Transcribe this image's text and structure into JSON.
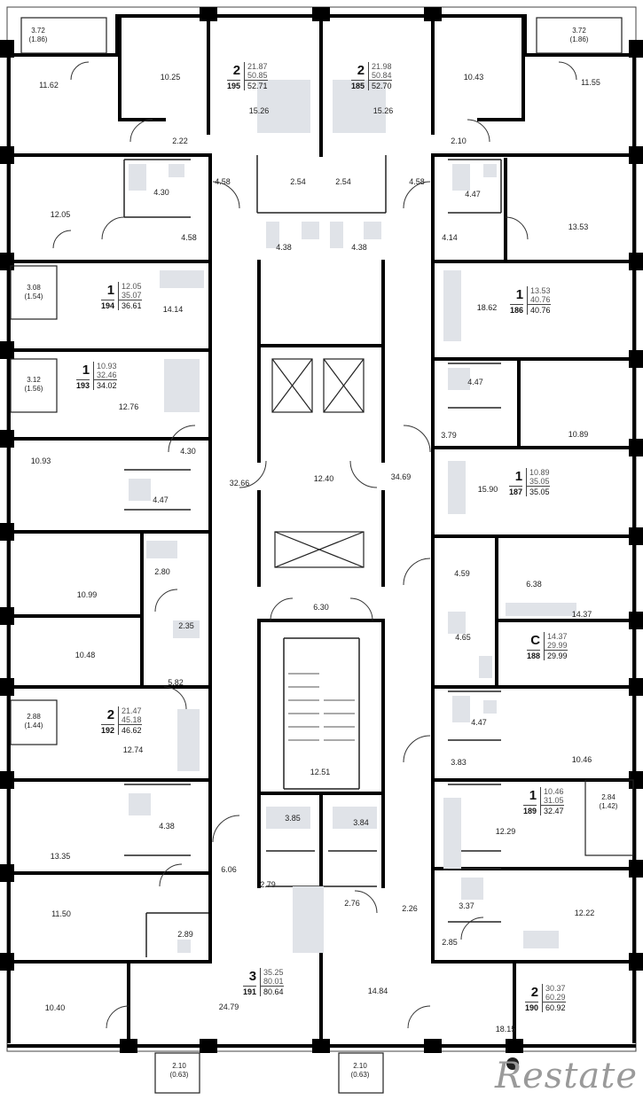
{
  "apartments": [
    {
      "rooms": "2",
      "number": "195",
      "living": "21.87",
      "area": "50.85",
      "total": "52.71"
    },
    {
      "rooms": "2",
      "number": "185",
      "living": "21.98",
      "area": "50.84",
      "total": "52.70"
    },
    {
      "rooms": "1",
      "number": "194",
      "living": "12.05",
      "area": "35.07",
      "total": "36.61"
    },
    {
      "rooms": "1",
      "number": "186",
      "living": "13.53",
      "area": "40.76",
      "total": "40.76"
    },
    {
      "rooms": "1",
      "number": "193",
      "living": "10.93",
      "area": "32.46",
      "total": "34.02"
    },
    {
      "rooms": "1",
      "number": "187",
      "living": "10.89",
      "area": "35.05",
      "total": "35.05"
    },
    {
      "rooms": "С",
      "number": "188",
      "living": "14.37",
      "area": "29.99",
      "total": "29.99"
    },
    {
      "rooms": "2",
      "number": "192",
      "living": "21.47",
      "area": "45.18",
      "total": "46.62"
    },
    {
      "rooms": "1",
      "number": "189",
      "living": "10.46",
      "area": "31.05",
      "total": "32.47"
    },
    {
      "rooms": "3",
      "number": "191",
      "living": "35.25",
      "area": "80.01",
      "total": "80.64"
    },
    {
      "rooms": "2",
      "number": "190",
      "living": "30.37",
      "area": "60.29",
      "total": "60.92"
    }
  ],
  "balconies": [
    {
      "area": "3.72",
      "reduced": "(1.86)"
    },
    {
      "area": "3.72",
      "reduced": "(1.86)"
    },
    {
      "area": "3.08",
      "reduced": "(1.54)"
    },
    {
      "area": "3.12",
      "reduced": "(1.56)"
    },
    {
      "area": "2.88",
      "reduced": "(1.44)"
    },
    {
      "area": "2.84",
      "reduced": "(1.42)"
    },
    {
      "area": "2.10",
      "reduced": "(0.63)"
    },
    {
      "area": "2.10",
      "reduced": "(0.63)"
    }
  ],
  "rooms": [
    "11.62",
    "10.25",
    "15.26",
    "15.26",
    "10.43",
    "11.55",
    "2.22",
    "2.10",
    "4.30",
    "4.58",
    "2.54",
    "2.54",
    "4.58",
    "4.47",
    "12.05",
    "4.58",
    "4.38",
    "4.38",
    "4.14",
    "13.53",
    "14.14",
    "18.62",
    "12.76",
    "4.47",
    "10.89",
    "3.79",
    "4.30",
    "10.93",
    "32.66",
    "12.40",
    "34.69",
    "15.90",
    "4.47",
    "2.80",
    "10.99",
    "4.59",
    "6.38",
    "6.30",
    "14.37",
    "2.35",
    "10.48",
    "4.65",
    "5.82",
    "4.47",
    "12.74",
    "12.51",
    "3.83",
    "10.46",
    "4.38",
    "3.85",
    "3.84",
    "12.29",
    "13.35",
    "6.06",
    "2.79",
    "2.76",
    "2.26",
    "3.37",
    "12.22",
    "11.50",
    "2.89",
    "2.85",
    "10.40",
    "24.79",
    "14.84",
    "18.15"
  ],
  "watermark": "Restate"
}
